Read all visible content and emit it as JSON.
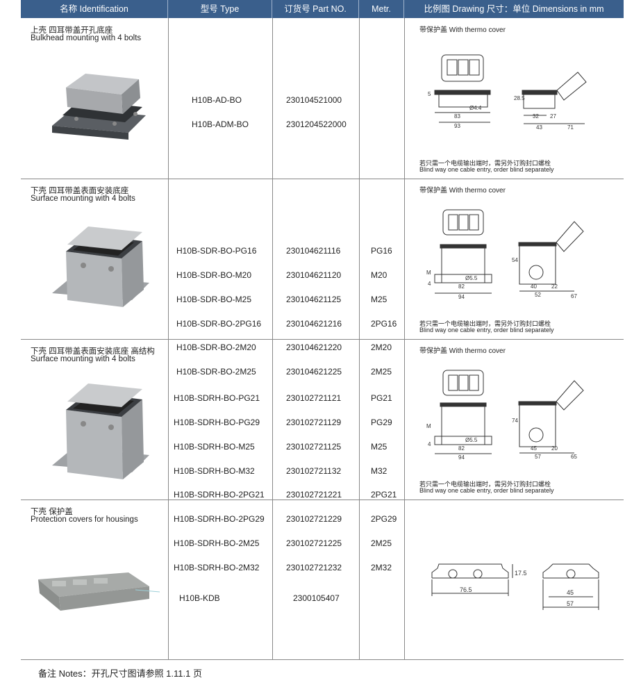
{
  "header": {
    "col1": "名称  Identification",
    "col2": "型号 Type",
    "col3": "订货号 Part NO.",
    "col4": "Metr.",
    "col5": "比例图 Drawing   尺寸：单位 Dimensions in mm"
  },
  "rows": [
    {
      "name_cn": "上壳  四耳带盖开孔底座",
      "name_en": "Bulkhead mounting with 4 bolts",
      "types": [
        "H10B-AD-BO",
        "H10B-ADM-BO"
      ],
      "parts": [
        "230104521000",
        "2301204522000"
      ],
      "metr": [],
      "drawing_title": "带保护盖 With thermo cover",
      "note_cn": "若只需一个电缆输出端时，需另外订购封口螺栓",
      "note_en": "Blind way one cable entry, order blind separately",
      "dims": {
        "a": "5",
        "b": "Ø4.4",
        "c": "83",
        "d": "93",
        "e": "28.5",
        "f": "32",
        "g": "27",
        "h": "43",
        "i": "71"
      }
    },
    {
      "name_cn": "下壳  四耳带盖表面安装底座",
      "name_en": "Surface mounting with 4 bolts",
      "types": [
        "H10B-SDR-BO-PG16",
        "H10B-SDR-BO-M20",
        "H10B-SDR-BO-M25",
        "H10B-SDR-BO-2PG16",
        "H10B-SDR-BO-2M20",
        "H10B-SDR-BO-2M25"
      ],
      "parts": [
        "230104621116",
        "230104621120",
        "230104621125",
        "230104621216",
        "230104621220",
        "230104621225"
      ],
      "metr": [
        "PG16",
        "M20",
        "M25",
        "2PG16",
        "2M20",
        "2M25"
      ],
      "drawing_title": "带保护盖 With thermo cover",
      "note_cn": "若只需一个电缆输出端时，需另外订购封口螺栓",
      "note_en": "Blind way one cable entry, order blind separately",
      "dims": {
        "a": "M",
        "b": "Ø5.5",
        "c": "82",
        "d": "94",
        "e": "54",
        "f": "40",
        "g": "22",
        "h": "52",
        "i": "67",
        "j": "4"
      }
    },
    {
      "name_cn": "下壳  四耳带盖表面安装底座  高结构",
      "name_en": "Surface mounting with 4 bolts",
      "types": [
        "H10B-SDRH-BO-PG21",
        "H10B-SDRH-BO-PG29",
        "H10B-SDRH-BO-M25",
        "H10B-SDRH-BO-M32",
        "H10B-SDRH-BO-2PG21",
        "H10B-SDRH-BO-2PG29",
        "H10B-SDRH-BO-2M25",
        "H10B-SDRH-BO-2M32"
      ],
      "parts": [
        "230102721121",
        "230102721129",
        "230102721125",
        "230102721132",
        "230102721221",
        "230102721229",
        "230102721225",
        "230102721232"
      ],
      "metr": [
        "PG21",
        "PG29",
        "M25",
        "M32",
        "2PG21",
        "2PG29",
        "2M25",
        "2M32"
      ],
      "drawing_title": "带保护盖 With thermo cover",
      "note_cn": "若只需一个电缆输出端时，需另外订购封口螺栓",
      "note_en": "Blind way one cable entry, order blind separately",
      "dims": {
        "a": "M",
        "b": "Ø5.5",
        "c": "82",
        "d": "94",
        "e": "74",
        "f": "45",
        "g": "20",
        "h": "57",
        "i": "65",
        "j": "4"
      }
    },
    {
      "name_cn": "下壳  保护盖",
      "name_en": "Protection covers for housings",
      "types": [
        "H10B-KDB"
      ],
      "parts": [
        "2300105407"
      ],
      "metr": [],
      "dims": {
        "a": "76.5",
        "b": "17.5",
        "c": "45",
        "d": "57"
      }
    }
  ],
  "footer": "备注 Notes：开孔尺寸图请参照 1.11.1 页"
}
